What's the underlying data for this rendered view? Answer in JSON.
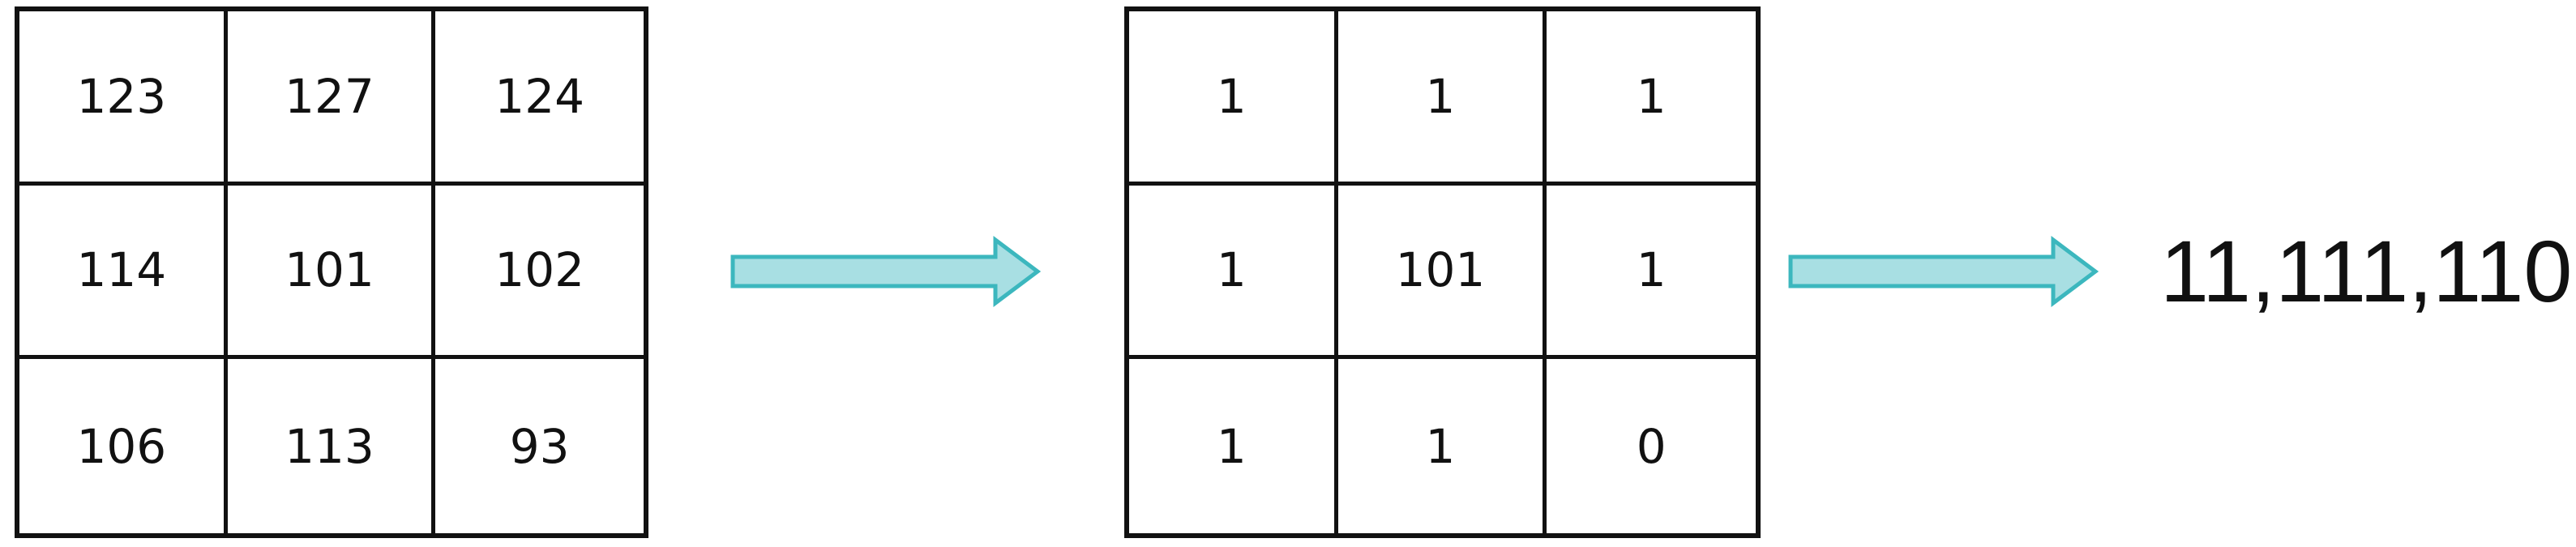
{
  "input_grid": {
    "rows": [
      [
        "123",
        "127",
        "124"
      ],
      [
        "114",
        "101",
        "102"
      ],
      [
        "106",
        "113",
        "93"
      ]
    ]
  },
  "binary_grid": {
    "rows": [
      [
        "1",
        "1",
        "1"
      ],
      [
        "1",
        "101",
        "1"
      ],
      [
        "1",
        "1",
        "0"
      ]
    ]
  },
  "result": "11,111,110",
  "colors": {
    "arrow_fill": "#a8dfe3",
    "arrow_stroke": "#3cb7be",
    "grid_line": "#111111"
  },
  "icons": [
    "right-arrow-icon",
    "right-arrow-icon"
  ]
}
